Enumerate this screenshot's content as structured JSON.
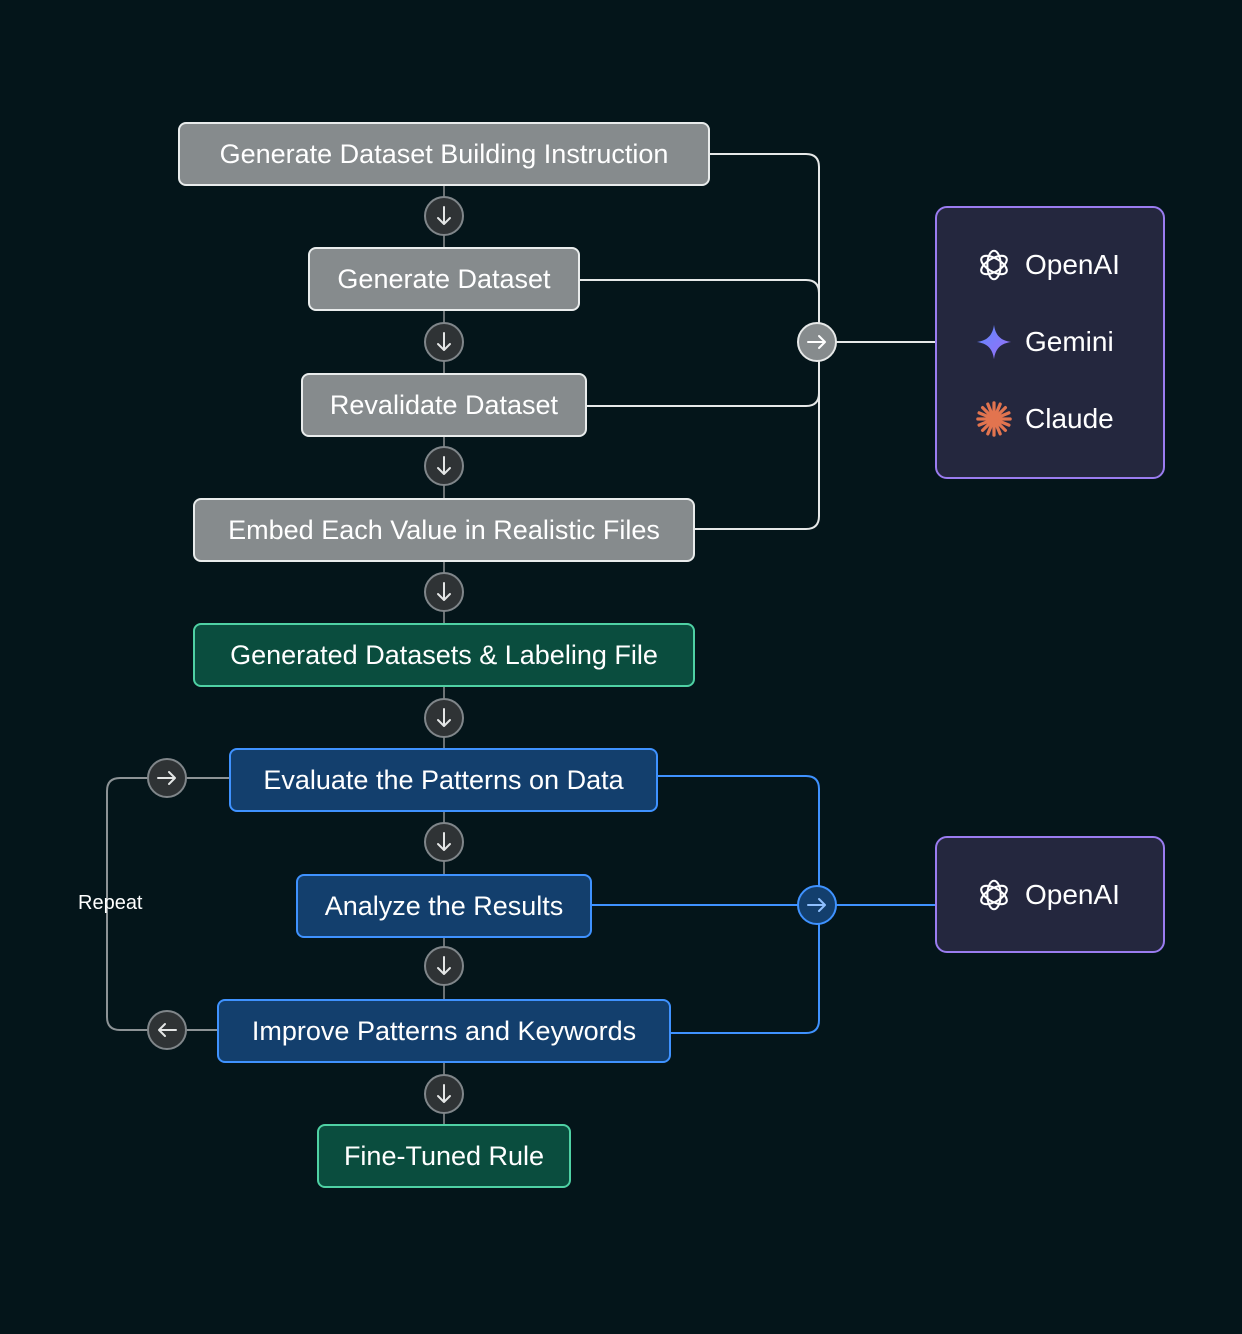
{
  "pipeline": {
    "steps": [
      {
        "label": "Generate Dataset Building Instruction"
      },
      {
        "label": "Generate Dataset"
      },
      {
        "label": "Revalidate Dataset"
      },
      {
        "label": "Embed Each Value in Realistic Files"
      },
      {
        "label": "Generated Datasets & Labeling File"
      },
      {
        "label": "Evaluate the Patterns on Data"
      },
      {
        "label": "Analyze the Results"
      },
      {
        "label": "Improve Patterns and Keywords"
      },
      {
        "label": "Fine-Tuned Rule"
      }
    ]
  },
  "providers_top": {
    "items": [
      {
        "label": "OpenAI",
        "icon": "openai-icon"
      },
      {
        "label": "Gemini",
        "icon": "gemini-icon"
      },
      {
        "label": "Claude",
        "icon": "claude-icon"
      }
    ]
  },
  "providers_bottom": {
    "items": [
      {
        "label": "OpenAI",
        "icon": "openai-icon"
      }
    ]
  },
  "loop": {
    "label": "Repeat"
  },
  "colors": {
    "background": "#04151a",
    "gray_step": "#868b8d",
    "green_step": "#0a4d3e",
    "blue_step": "#133f6d",
    "blue_line": "#3f92ff",
    "provider_border": "#9a7cf0"
  }
}
